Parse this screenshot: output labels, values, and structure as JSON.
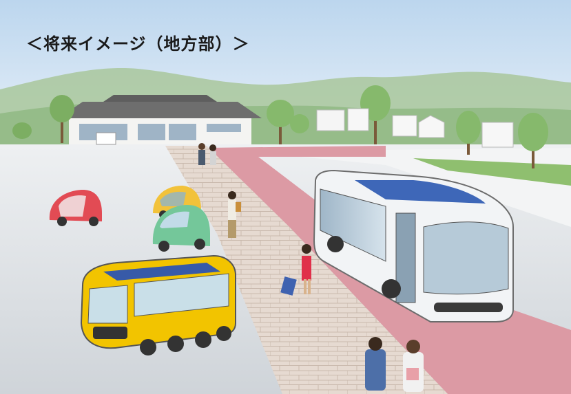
{
  "caption": "＜将来イメージ（地方部）＞",
  "colors": {
    "sky_top": "#bcd6ee",
    "sky_bottom": "#eef4fa",
    "hills": "#a9c79b",
    "road": "#d9dcdf",
    "sidewalk": "#e3d6cc",
    "bus_lane": "#dc9aa4",
    "large_bus_body": "#f2f4f6",
    "large_bus_roof_panel": "#3e67b8",
    "small_bus_body": "#f2c400",
    "small_bus_roof_panel": "#375aa8",
    "red_car": "#e24b54",
    "yellow_car": "#f2c23a",
    "green_car": "#74c79a",
    "pedestrian_dress": "#e0304a"
  },
  "scene_objects": [
    "station-building",
    "distant-hills",
    "trees",
    "town-houses",
    "bus-lane",
    "brick-sidewalk",
    "large-autonomous-bus",
    "small-autonomous-bus",
    "red-micro-car",
    "yellow-micro-car",
    "green-micro-car",
    "pedestrians"
  ]
}
